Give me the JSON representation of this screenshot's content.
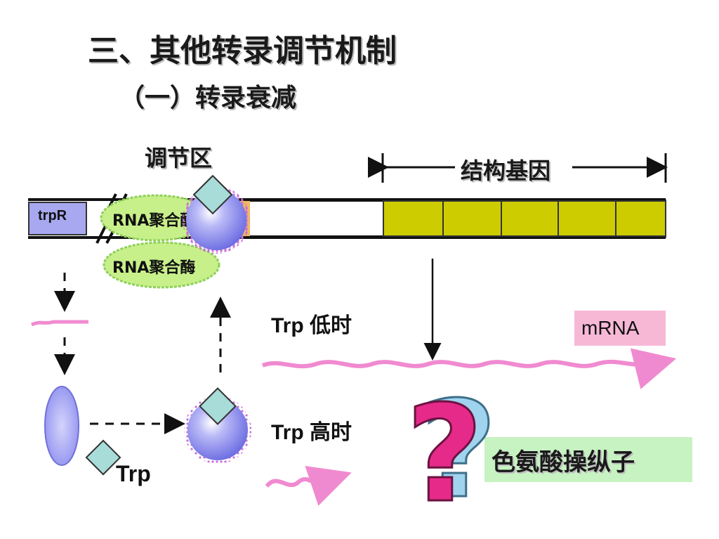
{
  "title": "三、其他转录调节机制",
  "subtitle": "（一）转录衰减",
  "labels": {
    "regulatory_region": "调节区",
    "structural_genes": "结构基因",
    "trpR": "trpR",
    "rna_polymerase_bound": "RNA聚合酶",
    "rna_polymerase_free": "RNA聚合酶",
    "trp_low": "Trp 低时",
    "trp_high": "Trp 高时",
    "mrna": "mRNA",
    "trp": "Trp",
    "trp_operon": "色氨酸操纵子",
    "question": "?"
  },
  "colors": {
    "structural_gene_fill": "#cccc00",
    "trpR_fill": "#a8a8f0",
    "polymerase_fill": "#c8f08a",
    "repressor_fill": "#8f8ff0",
    "trp_fill": "#a8dcd8",
    "mrna_color": "#f08ad0",
    "operator_box": "#c7f2c2"
  }
}
